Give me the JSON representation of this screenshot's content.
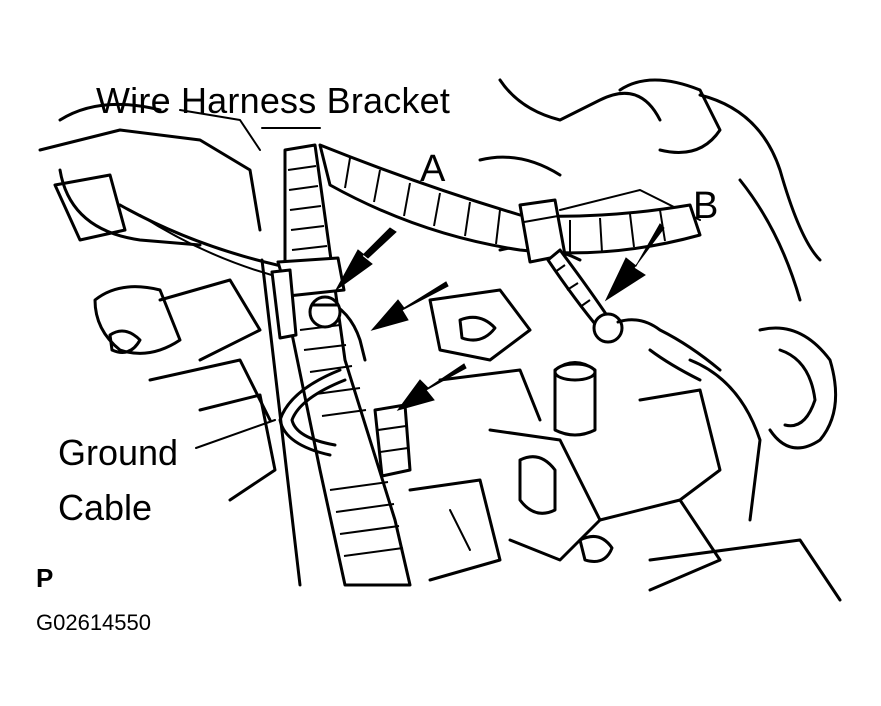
{
  "labels": {
    "wire_harness_bracket": "Wire Harness Bracket",
    "point_a": "A",
    "point_b": "B",
    "ground_line1": "Ground",
    "ground_line2": "Cable",
    "view_letter": "P",
    "figure_code": "G02614550"
  },
  "icons": [
    "arrow-icon"
  ],
  "colors": {
    "ink": "#000000",
    "paper": "#ffffff"
  }
}
